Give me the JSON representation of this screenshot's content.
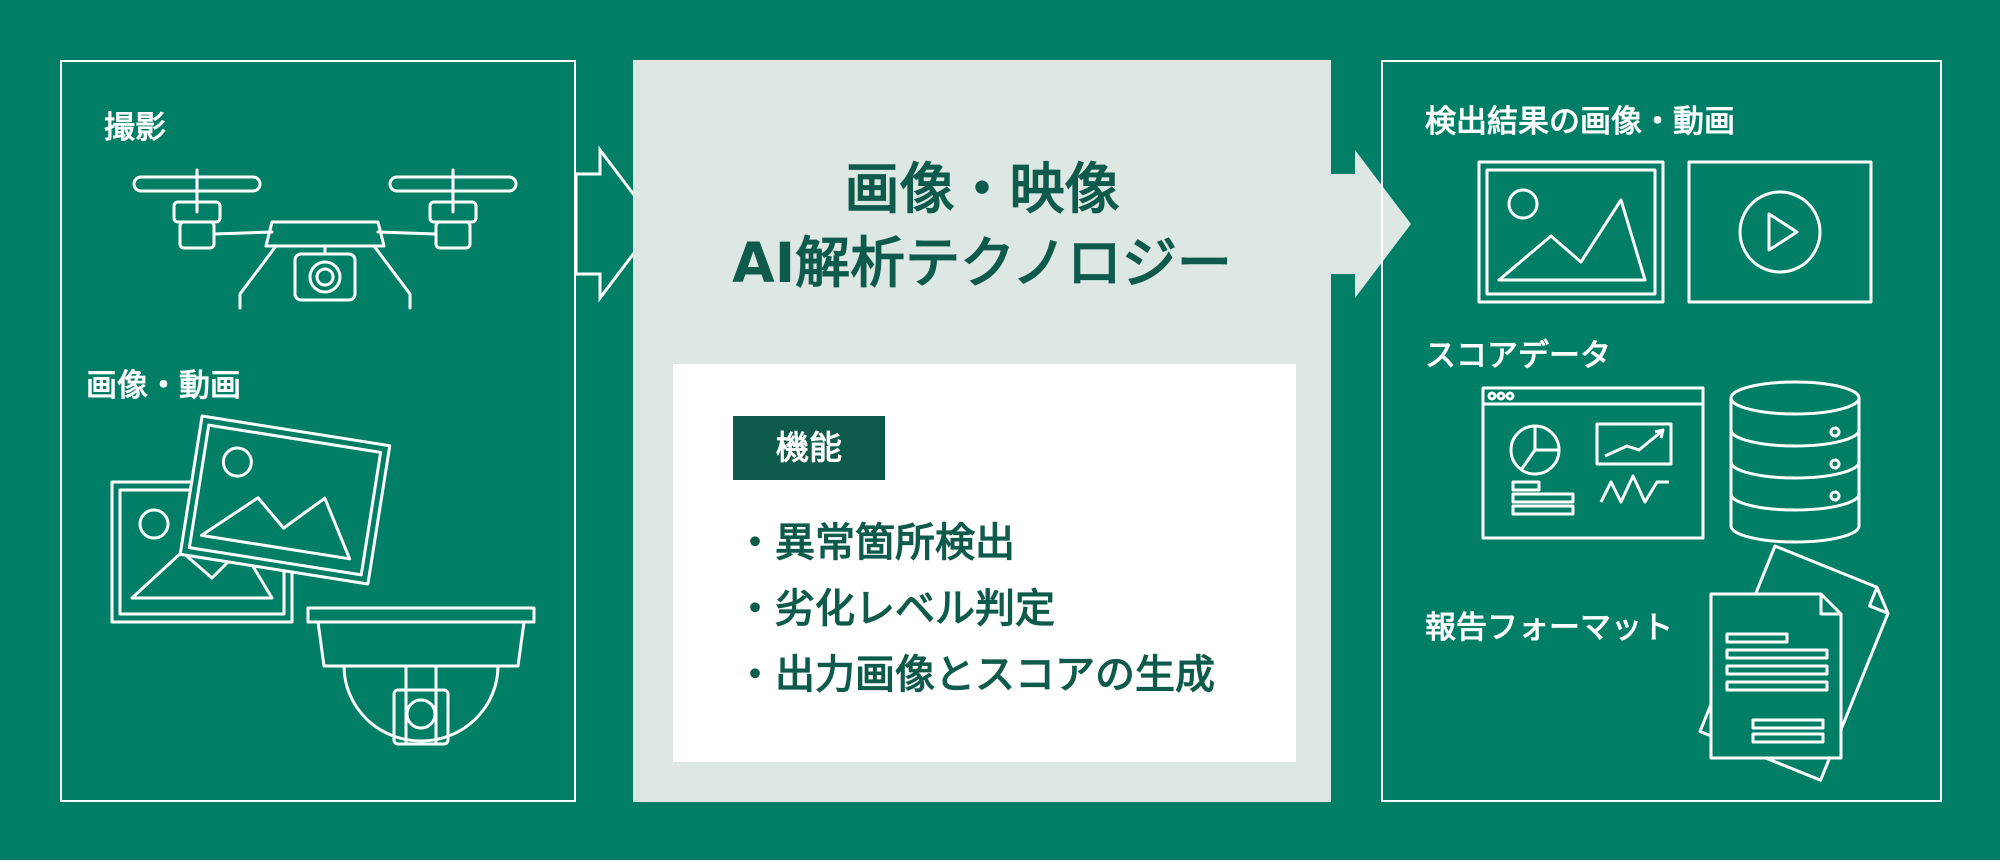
{
  "left": {
    "label_capture": "撮影",
    "label_media": "画像・動画"
  },
  "center": {
    "title_line1": "画像・映像",
    "title_line2": "AI解析テクノロジー",
    "badge": "機能",
    "features": [
      "・異常箇所検出",
      "・劣化レベル判定",
      "・出力画像とスコアの生成"
    ]
  },
  "right": {
    "label_results": "検出結果の画像・動画",
    "label_score": "スコアデータ",
    "label_report": "報告フォーマット"
  },
  "colors": {
    "background": "#007f66",
    "center_panel": "#dde8e5",
    "accent_dark": "#0f5b4b",
    "line": "#ffffff"
  },
  "icons": [
    "drone-icon",
    "photos-icon",
    "dome-camera-icon",
    "image-frame-icon",
    "video-play-icon",
    "dashboard-icon",
    "database-icon",
    "documents-icon",
    "arrow-icon"
  ]
}
